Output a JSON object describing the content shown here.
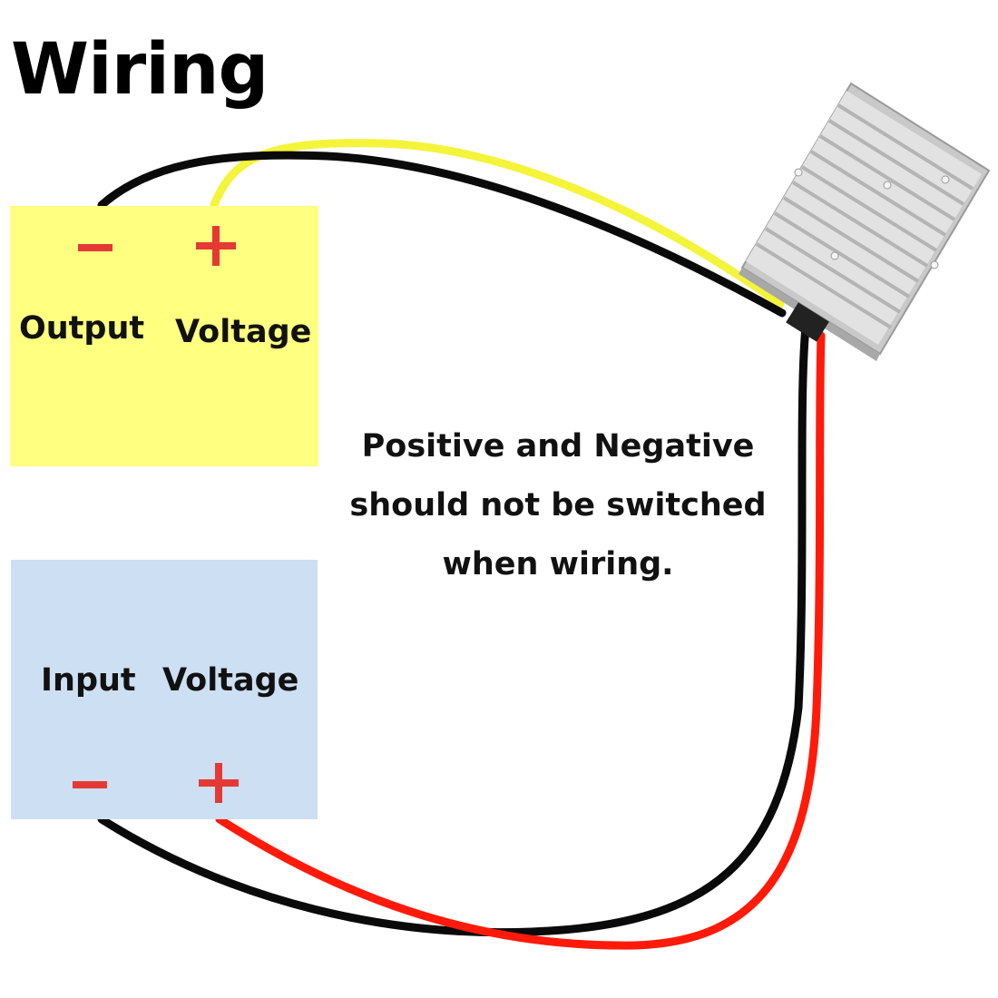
{
  "title": "Wiring",
  "output_box": {
    "minus": "−",
    "plus": "+",
    "label_1": "Output",
    "label_2": "Voltage"
  },
  "input_box": {
    "label_1": "Input",
    "label_2": "Voltage",
    "minus": "−",
    "plus": "+"
  },
  "note": {
    "line_1": "Positive and Negative",
    "line_2": "should not be switched",
    "line_3": "when wiring."
  },
  "colors": {
    "output_box": "#ffff80",
    "input_box": "#cddff2",
    "sign": "#e53935",
    "wire_black": "#0a0a0a",
    "wire_yellow": "#f4f43a",
    "wire_red": "#ff1a0a",
    "device_body": "#d9d9d9"
  },
  "icons": {
    "device": "dc-converter-module-icon"
  }
}
